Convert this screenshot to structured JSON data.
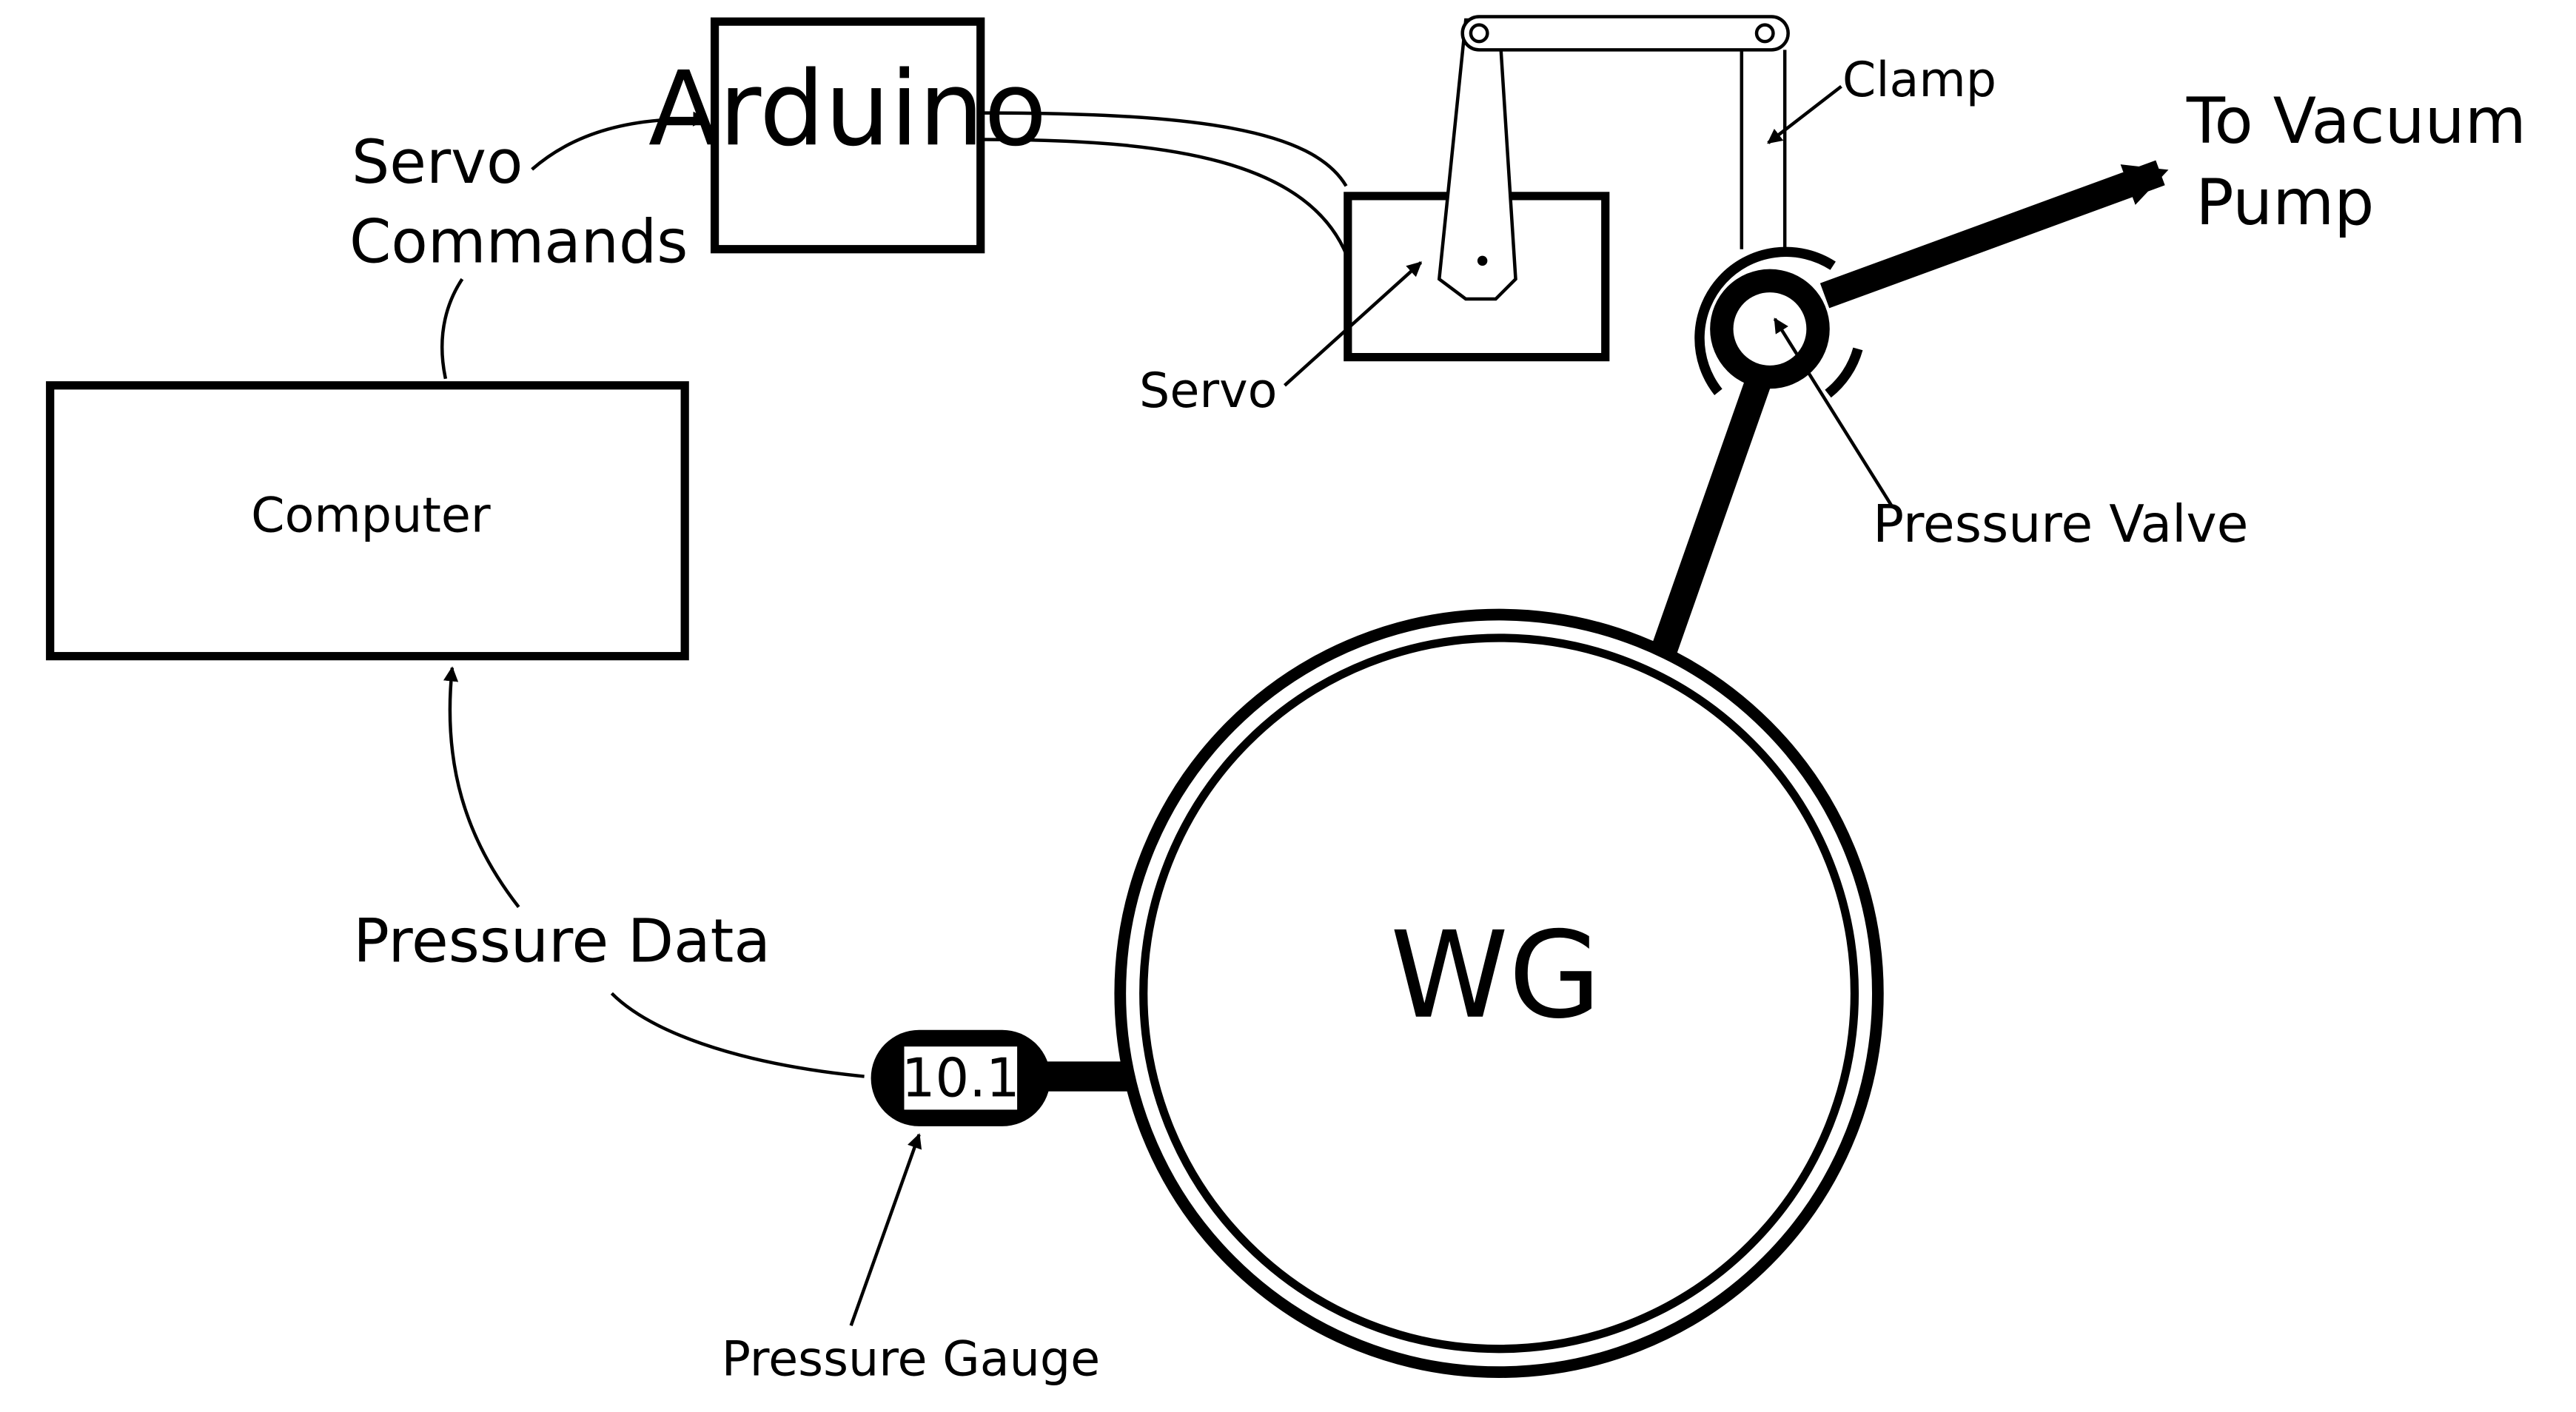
{
  "labels": {
    "arduino": "Arduino",
    "computer": "Computer",
    "servo_commands_line1": "Servo",
    "servo_commands_line2": "Commands",
    "servo": "Servo",
    "clamp": "Clamp",
    "to_vacuum_line1": "To Vacuum",
    "to_vacuum_line2": "Pump",
    "pressure_valve": "Pressure Valve",
    "pressure_data": "Pressure Data",
    "wg": "WG",
    "gauge_reading": "10.1",
    "pressure_gauge": "Pressure Gauge"
  },
  "colors": {
    "ink": "#000000",
    "background": "#ffffff"
  }
}
